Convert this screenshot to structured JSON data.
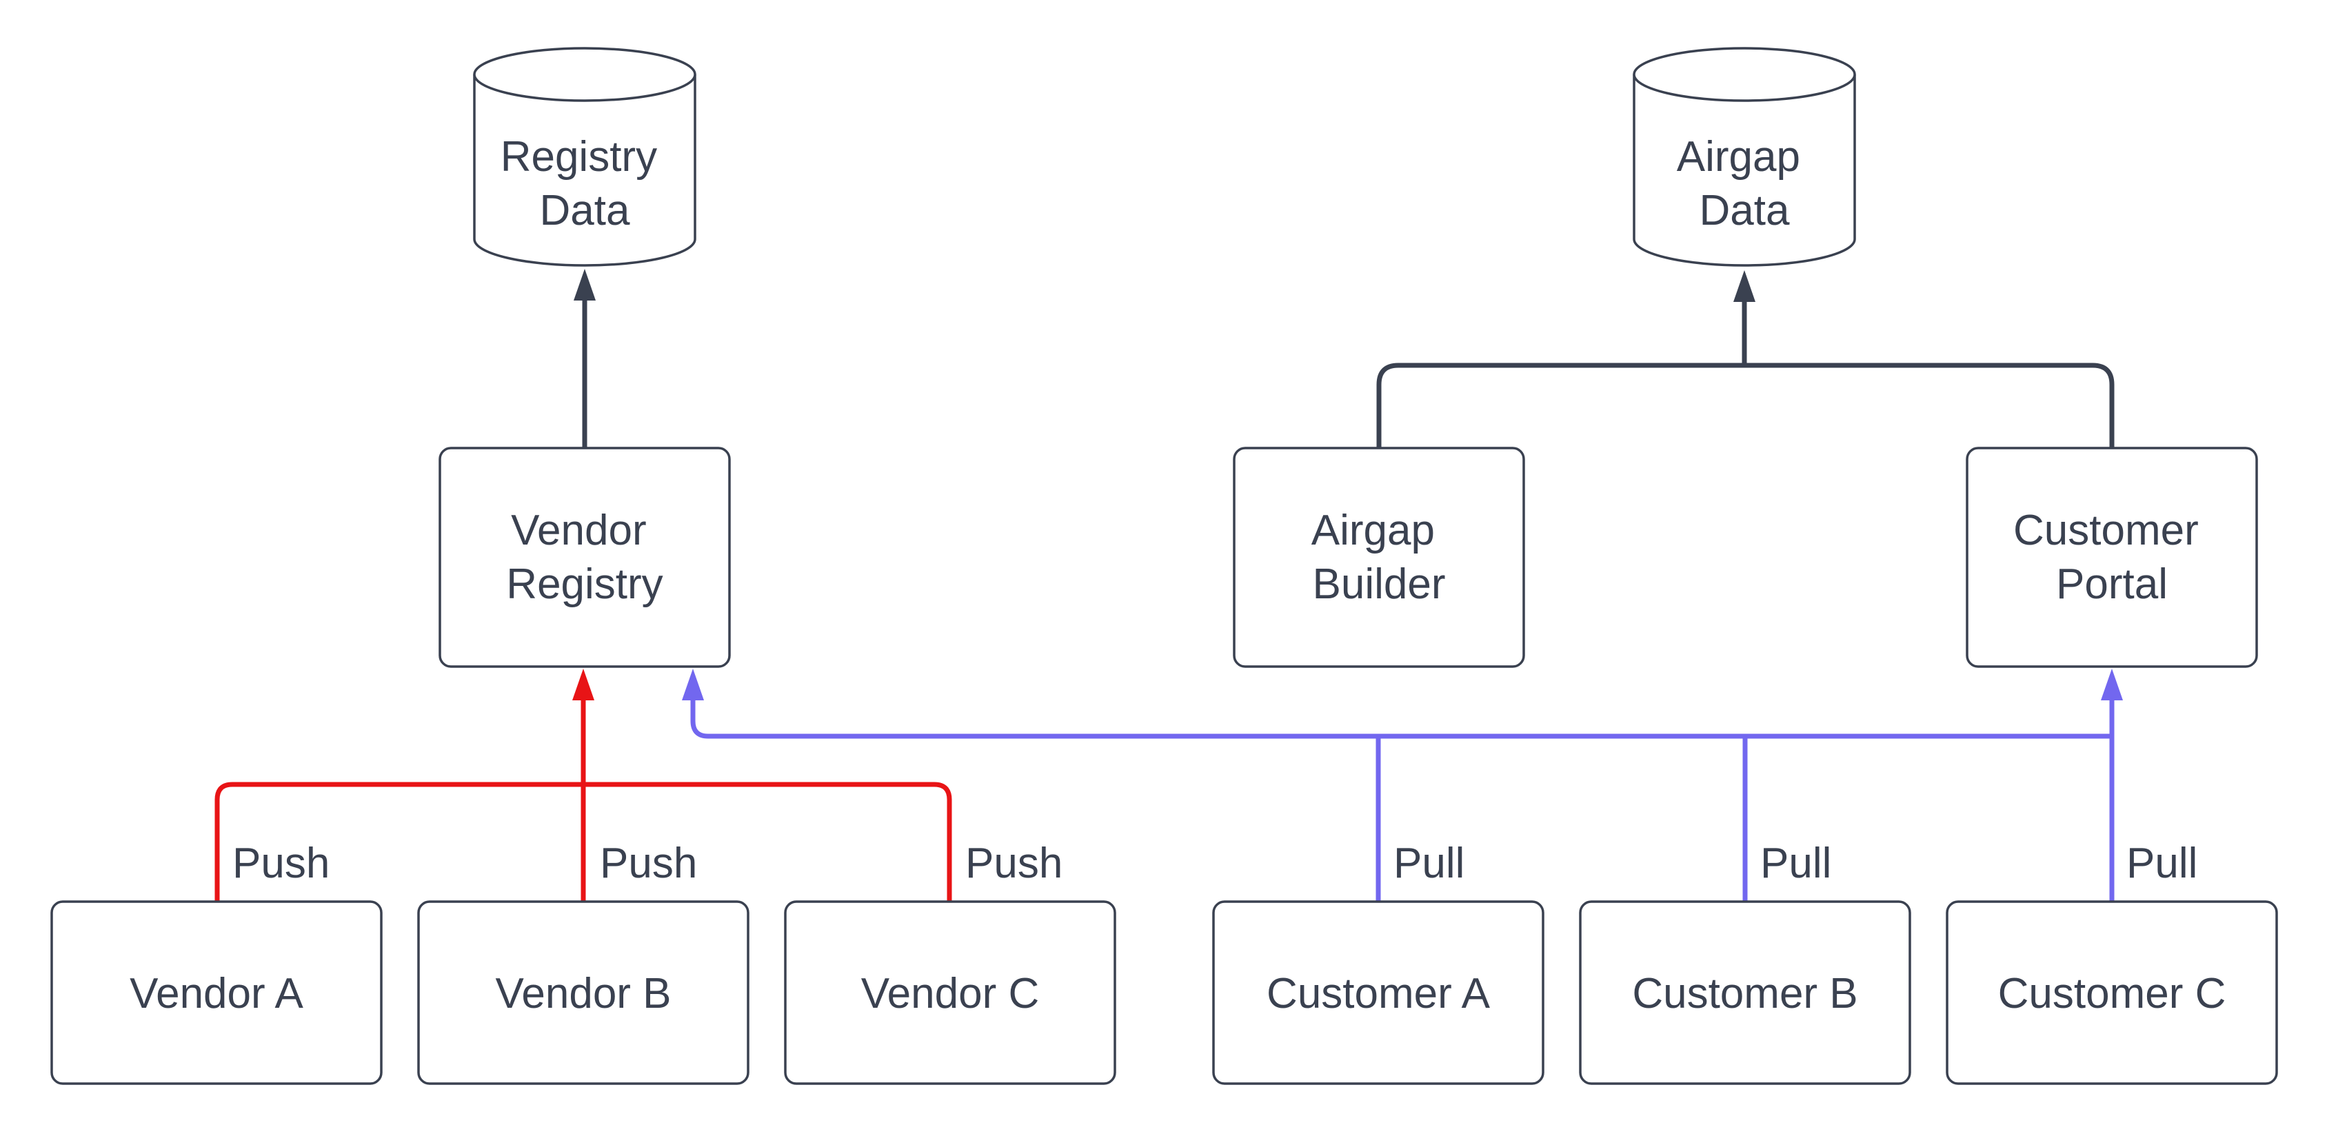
{
  "diagram": {
    "background": "#ffffff",
    "colors": {
      "push_red": "#e81416",
      "pull_blue": "#7267ef",
      "dark": "#3a4150"
    },
    "datastores": {
      "registry_data": {
        "line1": "Registry",
        "line2": "Data"
      },
      "airgap_data": {
        "line1": "Airgap",
        "line2": "Data"
      }
    },
    "services": {
      "vendor_registry": {
        "line1": "Vendor",
        "line2": "Registry"
      },
      "airgap_builder": {
        "line1": "Airgap",
        "line2": "Builder"
      },
      "customer_portal": {
        "line1": "Customer",
        "line2": "Portal"
      }
    },
    "vendors": [
      {
        "label": "Vendor A"
      },
      {
        "label": "Vendor B"
      },
      {
        "label": "Vendor C"
      }
    ],
    "customers": [
      {
        "label": "Customer A"
      },
      {
        "label": "Customer B"
      },
      {
        "label": "Customer C"
      }
    ],
    "edge_labels": {
      "push": "Push",
      "pull": "Pull"
    }
  }
}
